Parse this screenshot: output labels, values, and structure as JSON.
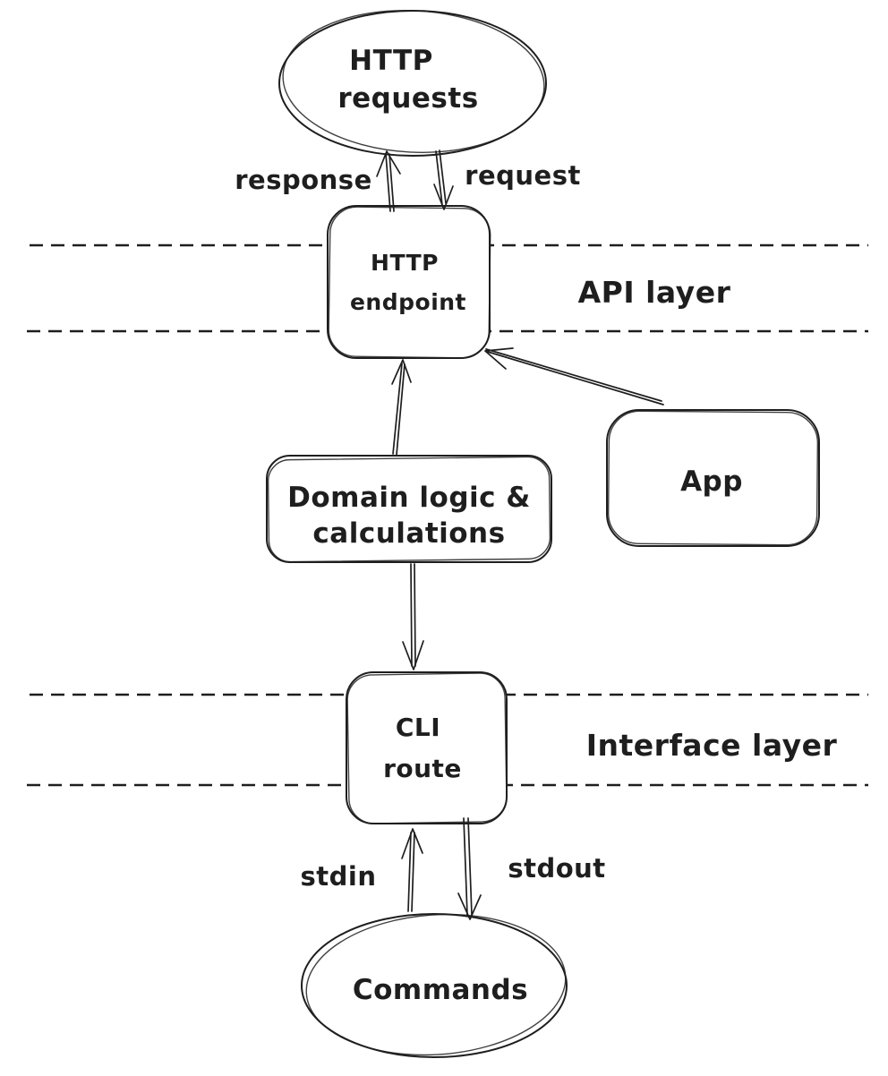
{
  "canvas": {
    "background": "#ffffff",
    "stroke_color": "#1e1e1e",
    "style": "hand-drawn-sketch"
  },
  "nodes": {
    "http_requests": {
      "shape": "ellipse",
      "line1": "HTTP",
      "line2": "requests"
    },
    "http_endpoint": {
      "shape": "rounded-rectangle",
      "line1": "HTTP",
      "line2": "endpoint"
    },
    "domain_logic": {
      "shape": "rounded-rectangle",
      "line1": "Domain logic &",
      "line2": "calculations"
    },
    "app": {
      "shape": "rounded-rectangle",
      "label": "App"
    },
    "cli_route": {
      "shape": "rounded-rectangle",
      "line1": "CLI",
      "line2": "route"
    },
    "commands": {
      "shape": "ellipse",
      "label": "Commands"
    }
  },
  "edge_labels": {
    "response": "response",
    "request": "request",
    "stdin": "stdin",
    "stdout": "stdout"
  },
  "layer_labels": {
    "api": "API layer",
    "interface": "Interface layer"
  }
}
